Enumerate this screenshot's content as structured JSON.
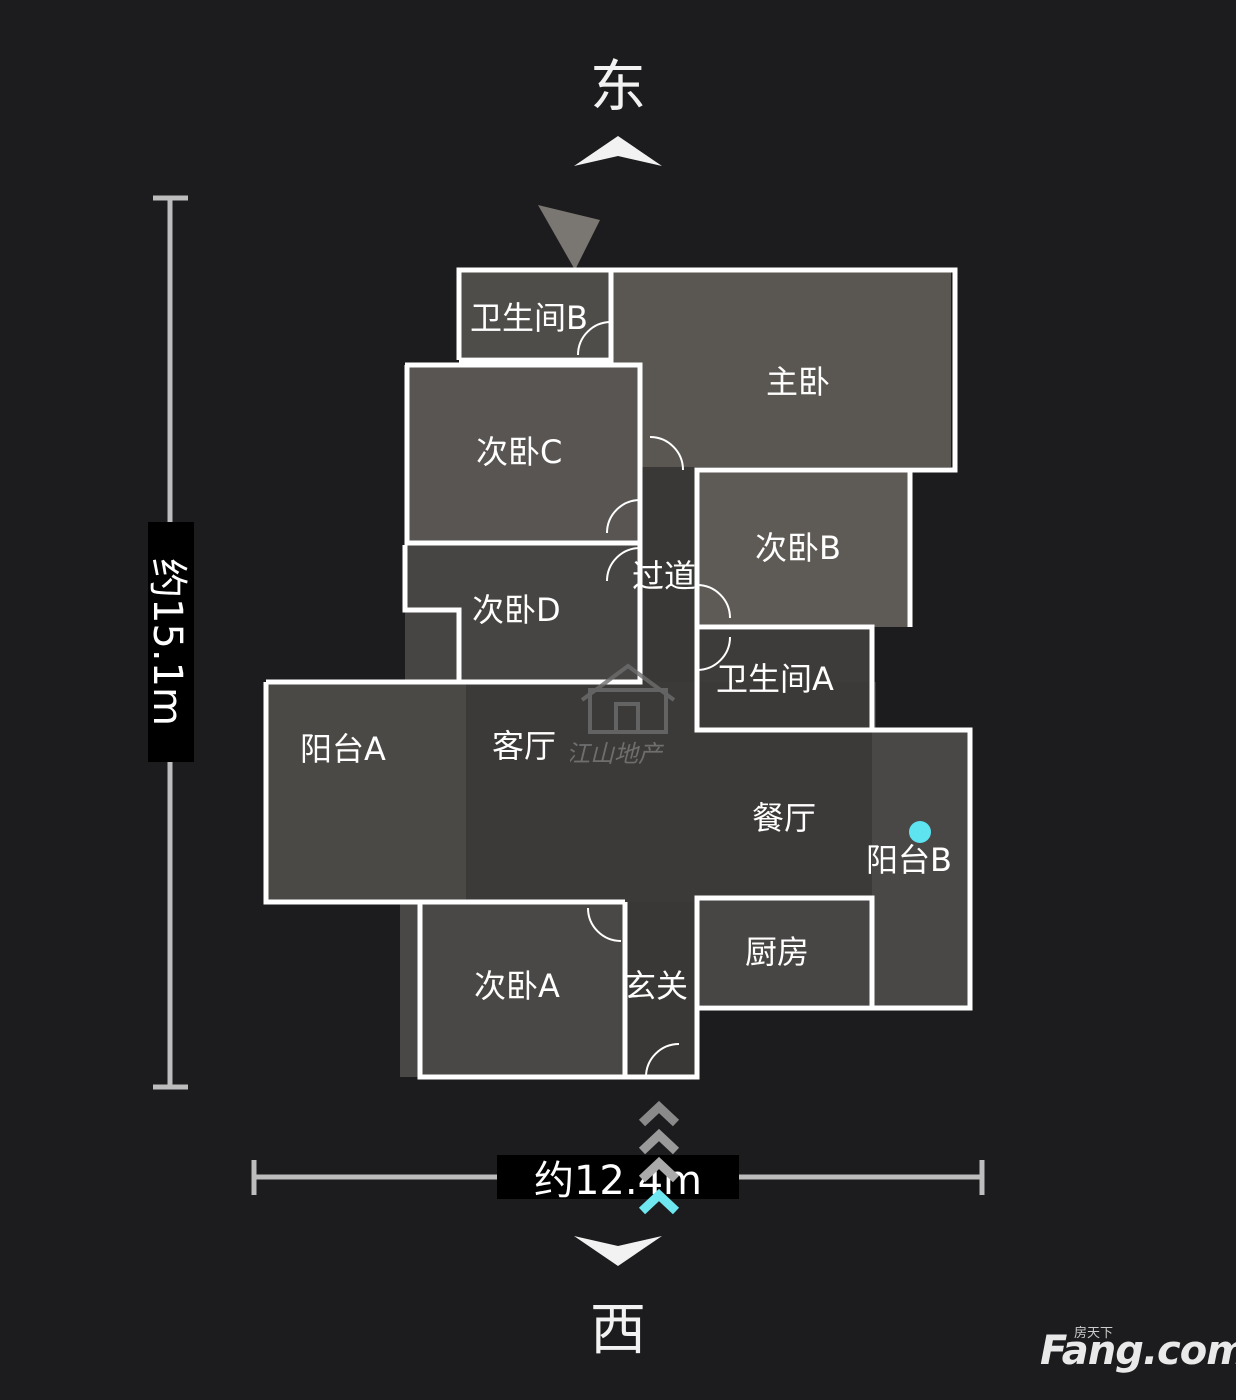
{
  "compass": {
    "north": "东",
    "south": "西"
  },
  "dimensions": {
    "height": "约15.1m",
    "width": "约12.4m"
  },
  "rooms": {
    "bathroom_b": "卫生间B",
    "master_bedroom": "主卧",
    "bedroom_c": "次卧C",
    "bedroom_b": "次卧B",
    "hallway": "过道",
    "bedroom_d": "次卧D",
    "bathroom_a": "卫生间A",
    "balcony_a": "阳台A",
    "living_room": "客厅",
    "dining_room": "餐厅",
    "balcony_b": "阳台B",
    "kitchen": "厨房",
    "bedroom_a": "次卧A",
    "entrance": "玄关"
  },
  "watermark": "江山地产",
  "brand": {
    "main": "Fang.com",
    "sub": "房天下"
  },
  "colors": {
    "background": "#1c1c1e",
    "walls": "#ffffff",
    "position_marker": "#5ee3f0"
  }
}
